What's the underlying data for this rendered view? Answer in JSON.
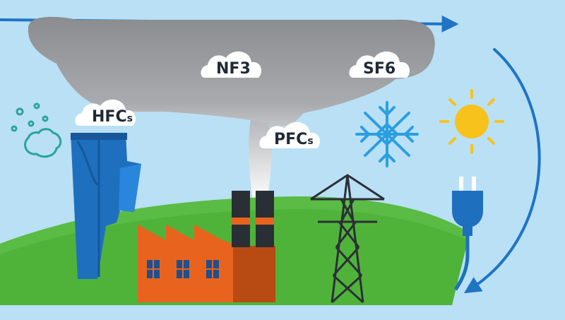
{
  "colors": {
    "sky": "#b9e0f5",
    "hill": "#4fb33a",
    "hill_dark": "#3a8f2c",
    "smoke": "#8e9092",
    "smoke_light": "#e6e8ea",
    "factory": "#e8641e",
    "factory_dark": "#b84a14",
    "chimney": "#2a2f36",
    "arrow": "#1f74c4",
    "jeans": "#1f6fbf",
    "snowflake": "#2b9fe0",
    "sun": "#f7c21b",
    "pylon": "#2b2f36",
    "plug": "#1f6fbf",
    "spray": "#2aa39a",
    "label_bg": "#ffffff",
    "label_text": "#1f2a36"
  },
  "labels": {
    "hfcs": {
      "main": "HFC",
      "sub": "s"
    },
    "nf3": {
      "main": "NF3",
      "sub": ""
    },
    "sf6": {
      "main": "SF6",
      "sub": ""
    },
    "pfcs": {
      "main": "PFC",
      "sub": "s"
    }
  },
  "icons": {
    "spray": "aerosol-spray-icon",
    "jeans": "jeans-icon",
    "factory": "factory-icon",
    "pylon": "power-pylon-icon",
    "snowflake": "snowflake-icon",
    "sun": "sun-icon",
    "plug": "electric-plug-icon",
    "arrow": "cycle-arrow-icon"
  }
}
